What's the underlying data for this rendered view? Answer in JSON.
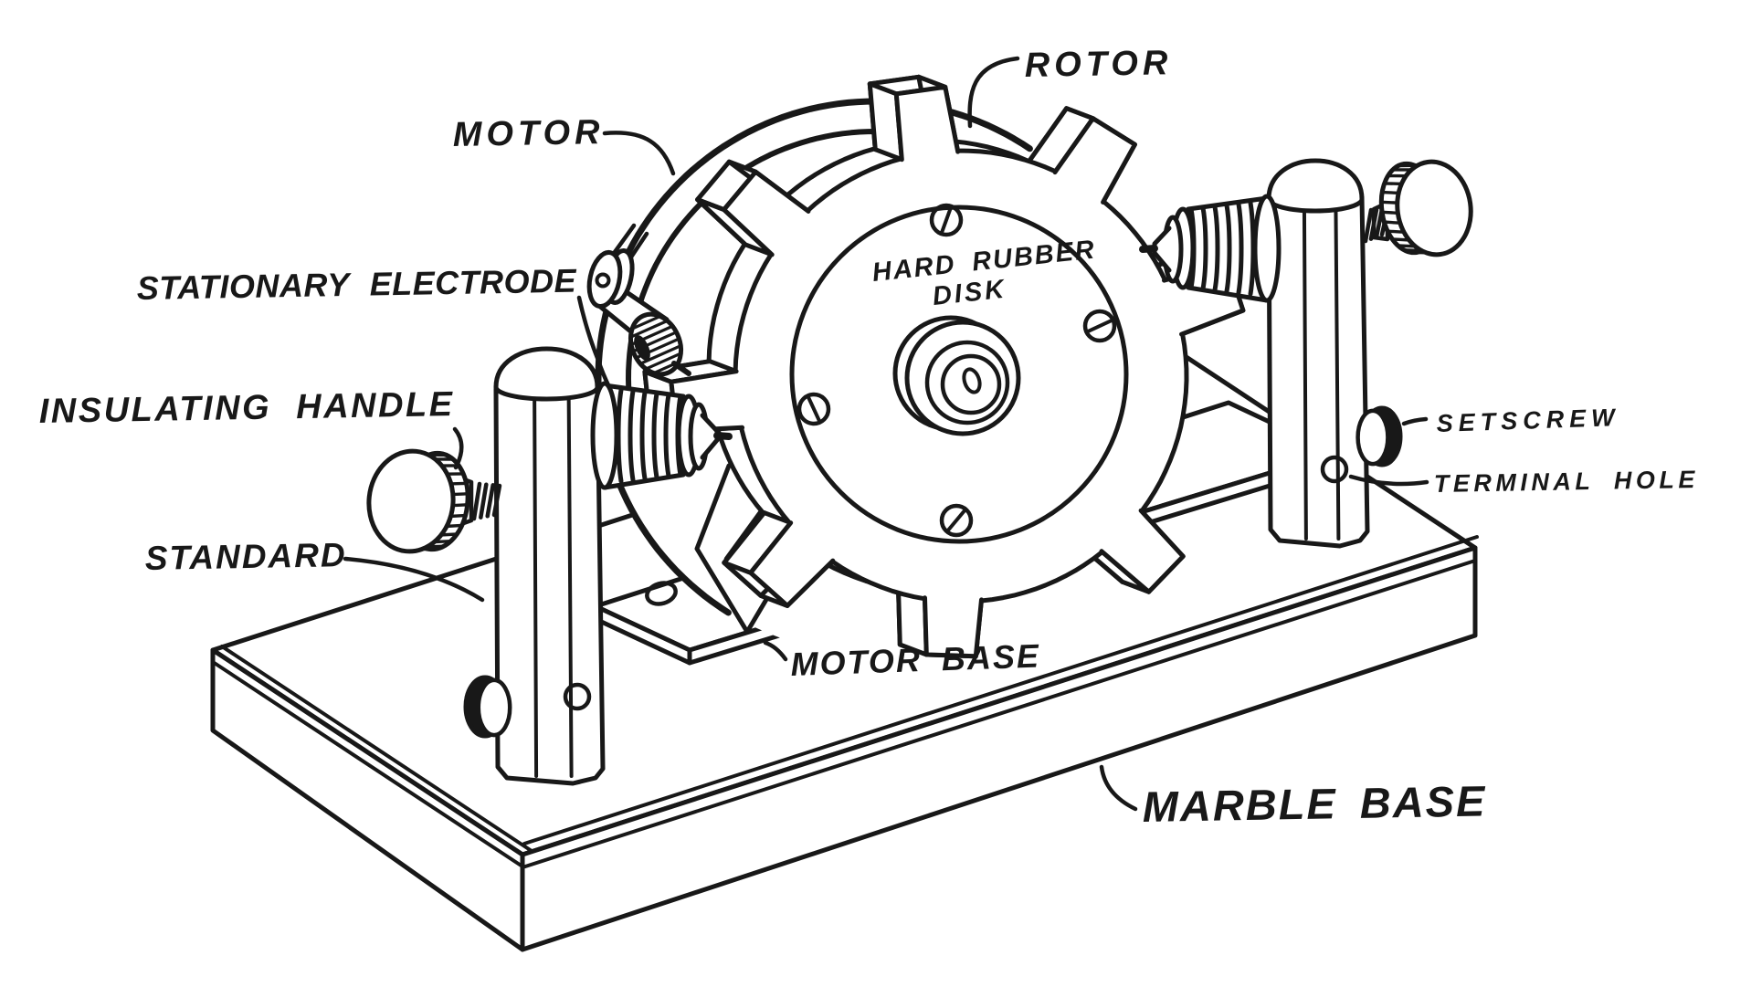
{
  "figure": {
    "type": "technical-line-drawing",
    "subject": "Motor-driven rotary spark gap apparatus",
    "background_color": "#ffffff",
    "ink_color": "#181818",
    "labels": {
      "motor": "MOTOR",
      "rotor": "ROTOR",
      "stationary_electrode": "STATIONARY ELECTRODE",
      "insulating_handle": "INSULATING HANDLE",
      "standard": "STANDARD",
      "motor_base": "MOTOR BASE",
      "marble_base": "MARBLE BASE",
      "setscrew": "SETSCREW",
      "terminal_hole": "TERMINAL HOLE",
      "disk_line1": "HARD RUBBER",
      "disk_line2": "DISK"
    }
  }
}
